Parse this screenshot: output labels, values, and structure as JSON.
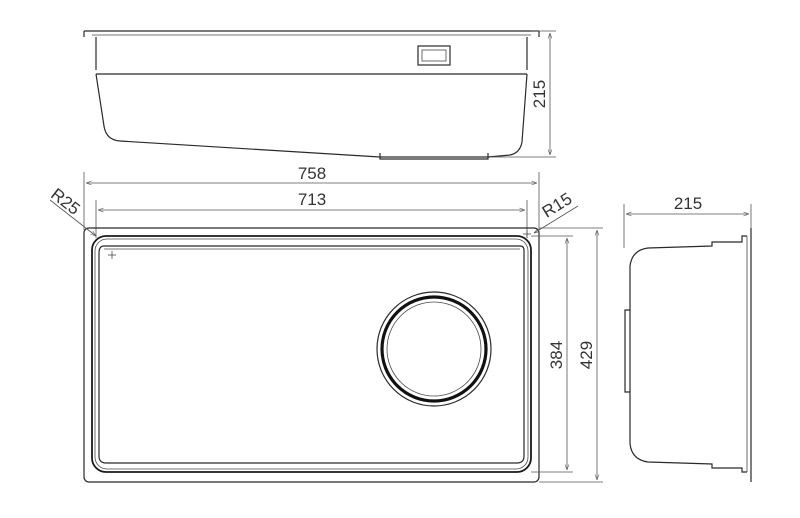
{
  "dimensions": {
    "overall_width": "758",
    "inner_width": "713",
    "top_view_height": "215",
    "side_view_width": "215",
    "inner_depth": "384",
    "overall_depth": "429",
    "corner_radius_outer": "R25",
    "corner_radius_inner": "R15"
  },
  "colors": {
    "line": "#2a2a2a",
    "background": "#ffffff"
  }
}
